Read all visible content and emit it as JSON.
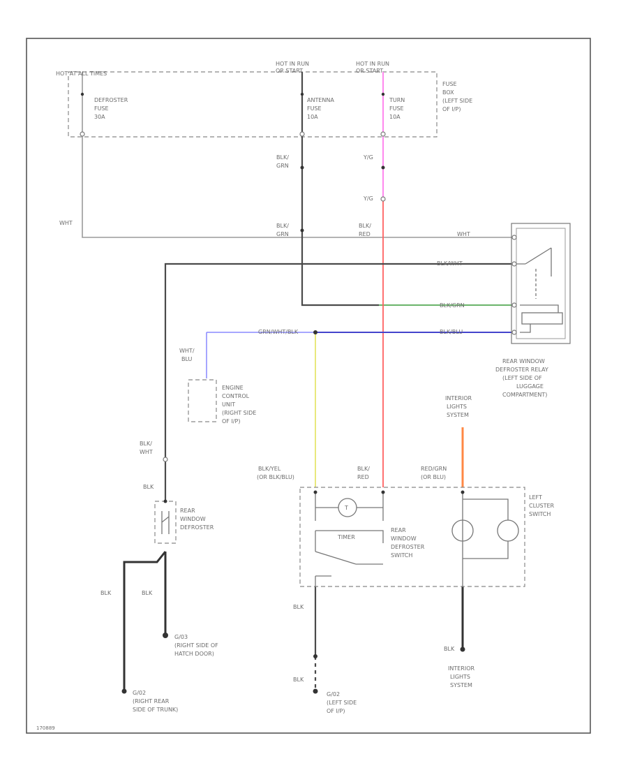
{
  "labels": {
    "hot_at_all_times": "HOT AT ALL TIMES",
    "hot_run_1": "HOT IN RUN",
    "hot_run_1b": "OR START",
    "hot_run_2": "HOT IN RUN",
    "hot_run_2b": "OR START",
    "defroster_fuse_1": "DEFROSTER",
    "defroster_fuse_2": "FUSE",
    "defroster_fuse_3": "30A",
    "antenna_fuse_1": "ANTENNA",
    "antenna_fuse_2": "FUSE",
    "antenna_fuse_3": "10A",
    "turn_fuse_1": "TURN",
    "turn_fuse_2": "FUSE",
    "turn_fuse_3": "10A",
    "fuse_box_1": "FUSE",
    "fuse_box_2": "BOX",
    "fuse_box_3": "(LEFT SIDE",
    "fuse_box_4": "OF I/P)",
    "blk_grn_1a": "BLK/",
    "blk_grn_1b": "GRN",
    "y_g_1": "Y/G",
    "y_g_2": "Y/G",
    "wht_1": "WHT",
    "blk_grn_2a": "BLK/",
    "blk_grn_2b": "GRN",
    "blk_red_1a": "BLK/",
    "blk_red_1b": "RED",
    "wht_2": "WHT",
    "blk_wht": "BLK/WHT",
    "blk_grn_3": "BLK/GRN",
    "grn_wht_blk": "GRN/WHT/BLK",
    "blk_blu": "BLK/BLU",
    "wht_blu_a": "WHT/",
    "wht_blu_b": "BLU",
    "ecu_1": "ENGINE",
    "ecu_2": "CONTROL",
    "ecu_3": "UNIT",
    "ecu_4": "(RIGHT SIDE",
    "ecu_5": "OF I/P)",
    "relay_1": "REAR WINDOW",
    "relay_2": "DEFROSTER RELAY",
    "relay_3": "(LEFT SIDE OF",
    "relay_4": "LUGGAGE",
    "relay_5": "COMPARTMENT)",
    "int_lights_1a": "INTERIOR",
    "int_lights_1b": "LIGHTS",
    "int_lights_1c": "SYSTEM",
    "blk_wht_2a": "BLK/",
    "blk_wht_2b": "WHT",
    "blk_1": "BLK",
    "rear_def_1": "REAR",
    "rear_def_2": "WINDOW",
    "rear_def_3": "DEFROSTER",
    "blk_yel_a": "BLK/YEL",
    "blk_yel_b": "(OR BLK/BLU)",
    "blk_red_2a": "BLK/",
    "blk_red_2b": "RED",
    "red_grn_a": "RED/GRN",
    "red_grn_b": "(OR BLU)",
    "left_cluster_1": "LEFT",
    "left_cluster_2": "CLUSTER",
    "left_cluster_3": "SWITCH",
    "timer": "TIMER",
    "rw_switch_1": "REAR",
    "rw_switch_2": "WINDOW",
    "rw_switch_3": "DEFROSTER",
    "rw_switch_4": "SWITCH",
    "blk_2": "BLK",
    "blk_3": "BLK",
    "blk_4": "BLK",
    "blk_5": "BLK",
    "blk_6": "BLK",
    "g_right_1": "G/03",
    "g_right_2": "(RIGHT SIDE OF",
    "g_right_3": "HATCH DOOR)",
    "g_rear_1": "G/02",
    "g_rear_2": "(RIGHT REAR",
    "g_rear_3": "SIDE OF TRUNK)",
    "g_left_1": "G/02",
    "g_left_2": "(LEFT SIDE",
    "g_left_3": "OF I/P)",
    "int_lights_2a": "INTERIOR",
    "int_lights_2b": "LIGHTS",
    "int_lights_2c": "SYSTEM",
    "lamp_symbol": "T",
    "corner_code": "170889"
  },
  "colors": {
    "red_wire": "#ff6060",
    "pink_wire": "#ff88ee",
    "green_wire": "#55aa55",
    "blue_wire": "#4444cc",
    "light_blue_wire": "#8888ff",
    "yellow_wire": "#e6e66e",
    "orange_wire": "#ff8844"
  }
}
